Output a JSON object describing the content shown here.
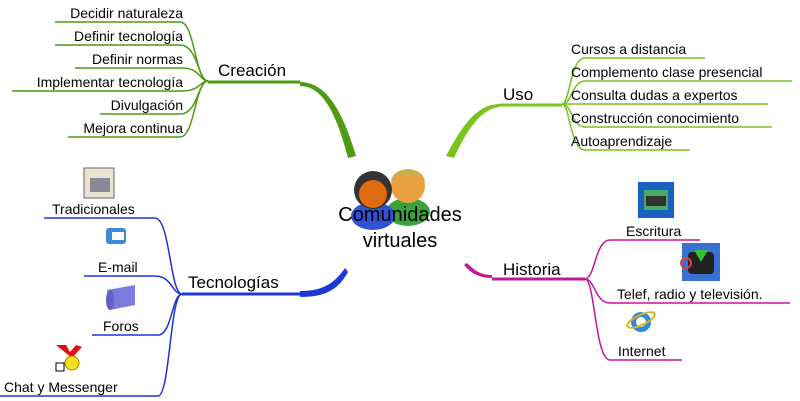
{
  "center": {
    "line1": "Comunidades",
    "line2": "virtuales",
    "icon": "people-icon"
  },
  "colors": {
    "creacion": "#4f9a14",
    "uso": "#78c41c",
    "tecnologias": "#1c36d8",
    "historia": "#c4169c"
  },
  "branches": {
    "creacion": {
      "label": "Creación",
      "items": [
        "Decidir naturaleza",
        "Definir tecnología",
        "Definir normas",
        "Implementar tecnología",
        "Divulgación",
        "Mejora continua"
      ]
    },
    "uso": {
      "label": "Uso",
      "items": [
        "Cursos a distancia",
        "Complemento clase presencial",
        "Consulta dudas a expertos",
        "Construcción conocimiento",
        "Autoaprendizaje"
      ]
    },
    "tecnologias": {
      "label": "Tecnologías",
      "items": [
        {
          "label": "Tradicionales",
          "icon": "typewriter-icon"
        },
        {
          "label": "E-mail",
          "icon": "email-icon"
        },
        {
          "label": "Foros",
          "icon": "scroll-icon"
        },
        {
          "label": "Chat y Messenger",
          "icon": "yahoo-messenger-icon"
        }
      ]
    },
    "historia": {
      "label": "Historia",
      "items": [
        {
          "label": "Escritura",
          "icon": "typewriter-icon"
        },
        {
          "label": "Telef, radio y televisión.",
          "icon": "television-icon"
        },
        {
          "label": "Internet",
          "icon": "internet-explorer-icon"
        }
      ]
    }
  }
}
